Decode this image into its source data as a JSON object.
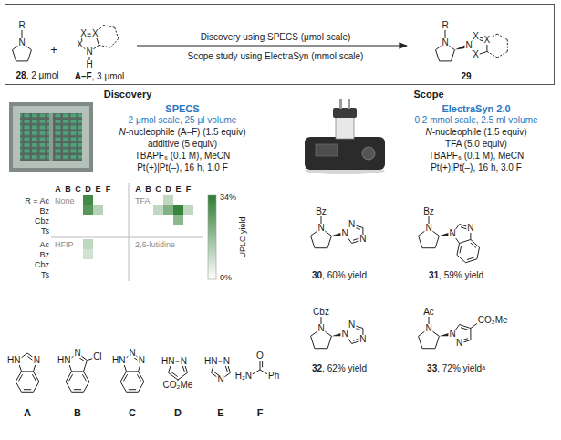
{
  "diagram": {
    "nodes": [
      {
        "text": [
          "28, 2 μmol",
          "+",
          "A–F, 3 μmol",
          "Discovery using SPECS (μmol scale)",
          "Scope study using ElectraSyn (mmol scale)",
          "29"
        ]
      }
    ],
    "labels": [
      "R",
      "N",
      "X",
      "X",
      "X",
      "N",
      "H",
      "R",
      "N",
      "N",
      "X",
      "X",
      "X",
      "Discovery",
      "Scope",
      "SPECS",
      "2 μmol scale, 25 μl volume",
      "N-nucleophile (A–F) (1.5 equiv)",
      "additive (5 equiv)",
      "TBAPF₆ (0.1 M), MeCN",
      "Pt(+)|Pt(–), 16 h, 1.0 F",
      "ElectraSyn 2.0",
      "0.2 mmol scale, 2.5 ml volume",
      "N-nucleophile (1.5 equiv)",
      "TFA (5.0 equiv)",
      "TBAPF₆ (0.1 M), MeCN",
      "Pt(+)|Pt(–), 16 h, 3.0 F",
      "A",
      "B",
      "C",
      "D",
      "E",
      "F",
      "A",
      "B",
      "C",
      "D",
      "E",
      "F",
      "R = Ac",
      "Bz",
      "Cbz",
      "Ts",
      "Ac",
      "Bz",
      "Cbz",
      "Ts",
      "None",
      "TFA",
      "HFIP",
      "2,6-lutidine",
      "34%",
      "0%",
      "UPLC yield",
      "HN",
      "N",
      "A",
      "HN",
      "N",
      "Cl",
      "B",
      "HN",
      "N",
      "N",
      "C",
      "HN",
      "N",
      "CO₂Me",
      "D",
      "HN",
      "N",
      "N",
      "E",
      "H₂N",
      "O",
      "Ph",
      "F",
      "Bz",
      "N",
      "N",
      "N",
      "N",
      "30, 60% yield",
      "Bz",
      "N",
      "N",
      "N",
      "31, 59% yield",
      "Cbz",
      "N",
      "N",
      "N",
      "N",
      "32, 62% yield",
      "Ac",
      "N",
      "N",
      "N",
      "CO₂Me",
      "33, 72% yieldᵃ"
    ]
  }
}
